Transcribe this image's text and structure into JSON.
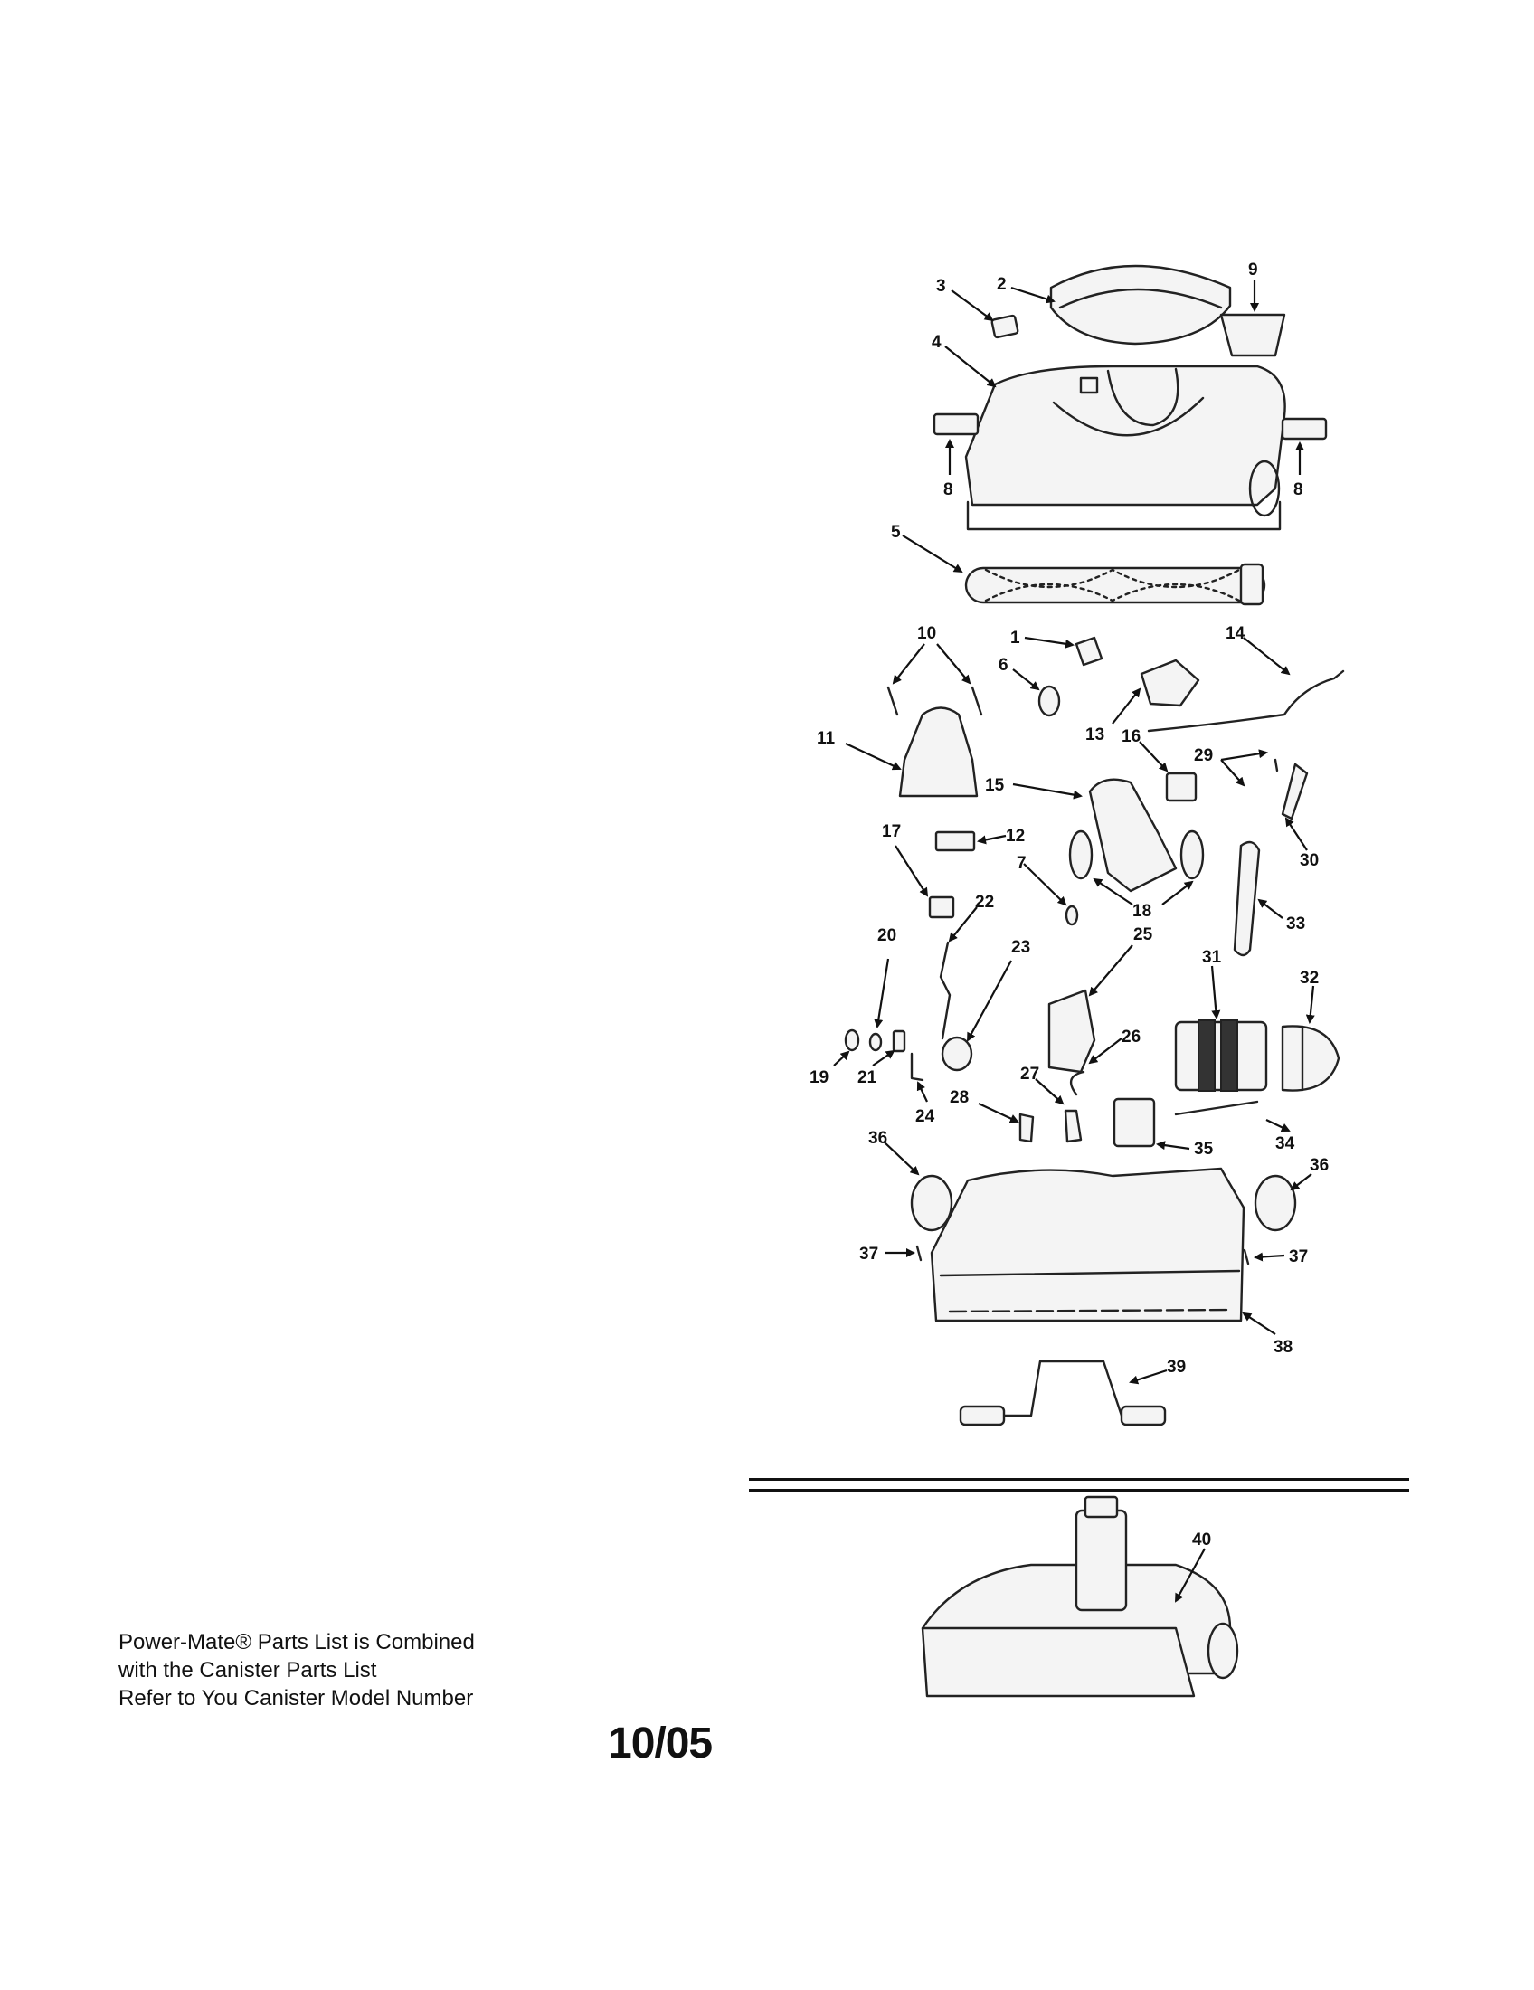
{
  "diagram": {
    "callouts": [
      "1",
      "2",
      "3",
      "4",
      "5",
      "6",
      "7",
      "8",
      "9",
      "10",
      "11",
      "12",
      "13",
      "14",
      "15",
      "16",
      "17",
      "18",
      "19",
      "20",
      "21",
      "22",
      "23",
      "24",
      "25",
      "26",
      "27",
      "28",
      "29",
      "30",
      "31",
      "32",
      "33",
      "34",
      "35",
      "36",
      "37",
      "38",
      "39",
      "40"
    ]
  },
  "note": {
    "line1": "Power-Mate® Parts List is Combined",
    "line2": "with the Canister Parts List",
    "line3": "Refer to You Canister Model Number"
  },
  "footer": {
    "date": "10/05"
  }
}
